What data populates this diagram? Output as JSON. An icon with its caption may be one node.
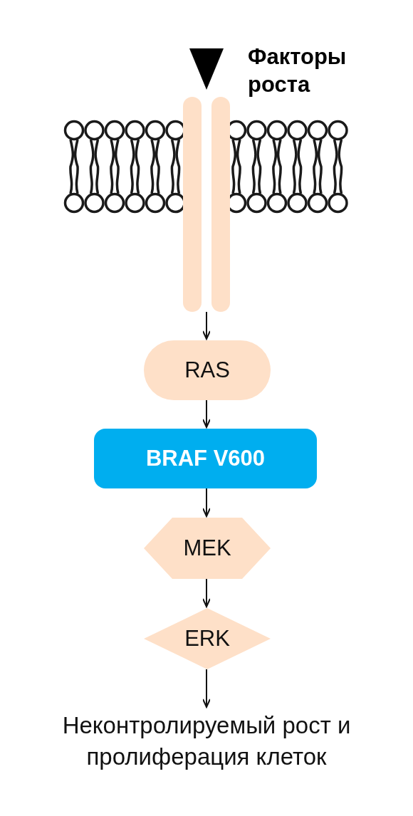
{
  "diagram": {
    "nodes": [
      {
        "text": [],
        "shape": "bar"
      },
      {
        "text": [
          "RAS"
        ]
      },
      {
        "text": [
          "BRAF V600"
        ]
      },
      {
        "text": [
          "MEK"
        ]
      },
      {
        "text": [
          "ERK"
        ]
      },
      {
        "text": [
          "Неконтролируемый рост и пролиферация клеток"
        ]
      }
    ],
    "edges": [
      {
        "from": 0,
        "to": 1,
        "arrow": "to"
      },
      {
        "from": 1,
        "to": 2,
        "arrow": "to"
      },
      {
        "from": 2,
        "to": 3,
        "arrow": "to"
      },
      {
        "from": 3,
        "to": 4,
        "arrow": "to"
      },
      {
        "from": 4,
        "to": 5,
        "arrow": "to"
      }
    ],
    "labels": [
      "Факторы роста"
    ]
  }
}
